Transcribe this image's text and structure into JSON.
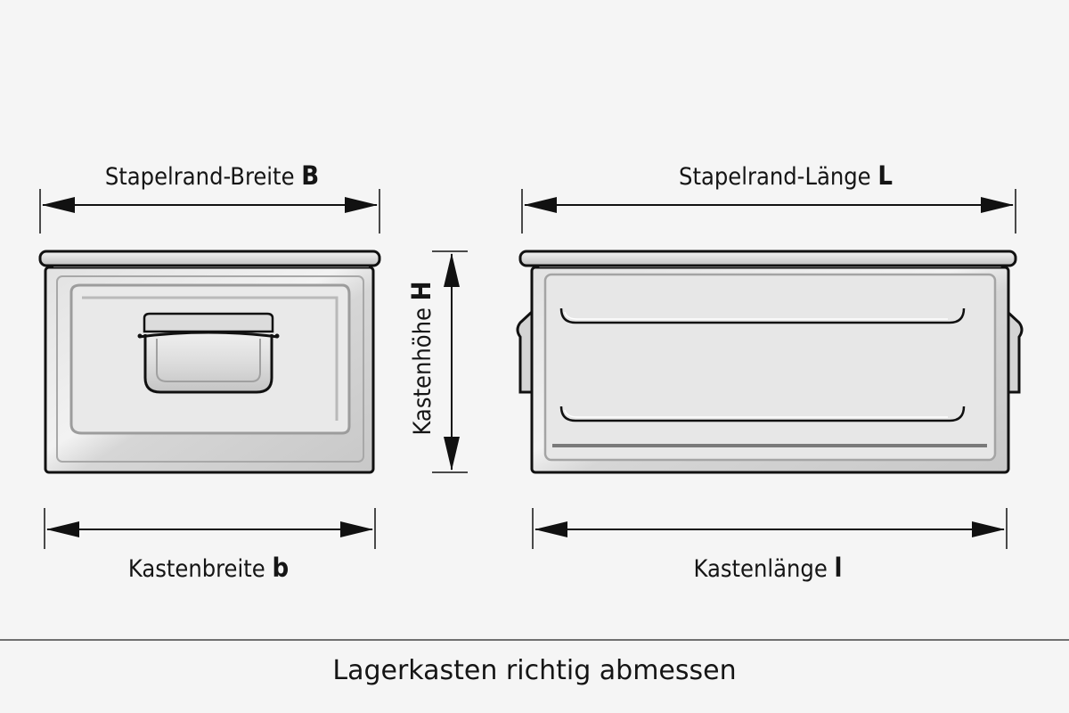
{
  "labels": {
    "front_rim_width": {
      "text": "Stapelrand-Breite",
      "symbol": "B"
    },
    "side_rim_length": {
      "text": "Stapelrand-Länge",
      "symbol": "L"
    },
    "box_height": {
      "text": "Kastenhöhe",
      "symbol": "H"
    },
    "box_width": {
      "text": "Kastenbreite",
      "symbol": "b"
    },
    "box_length": {
      "text": "Kastenlänge",
      "symbol": "l"
    }
  },
  "caption": "Lagerkasten richtig abmessen",
  "colors": {
    "background": "#f5f5f5",
    "outline": "#111111",
    "metal_light": "#e6e6e6",
    "metal_mid": "#cfcfcf",
    "metal_dark": "#9a9a9a"
  }
}
